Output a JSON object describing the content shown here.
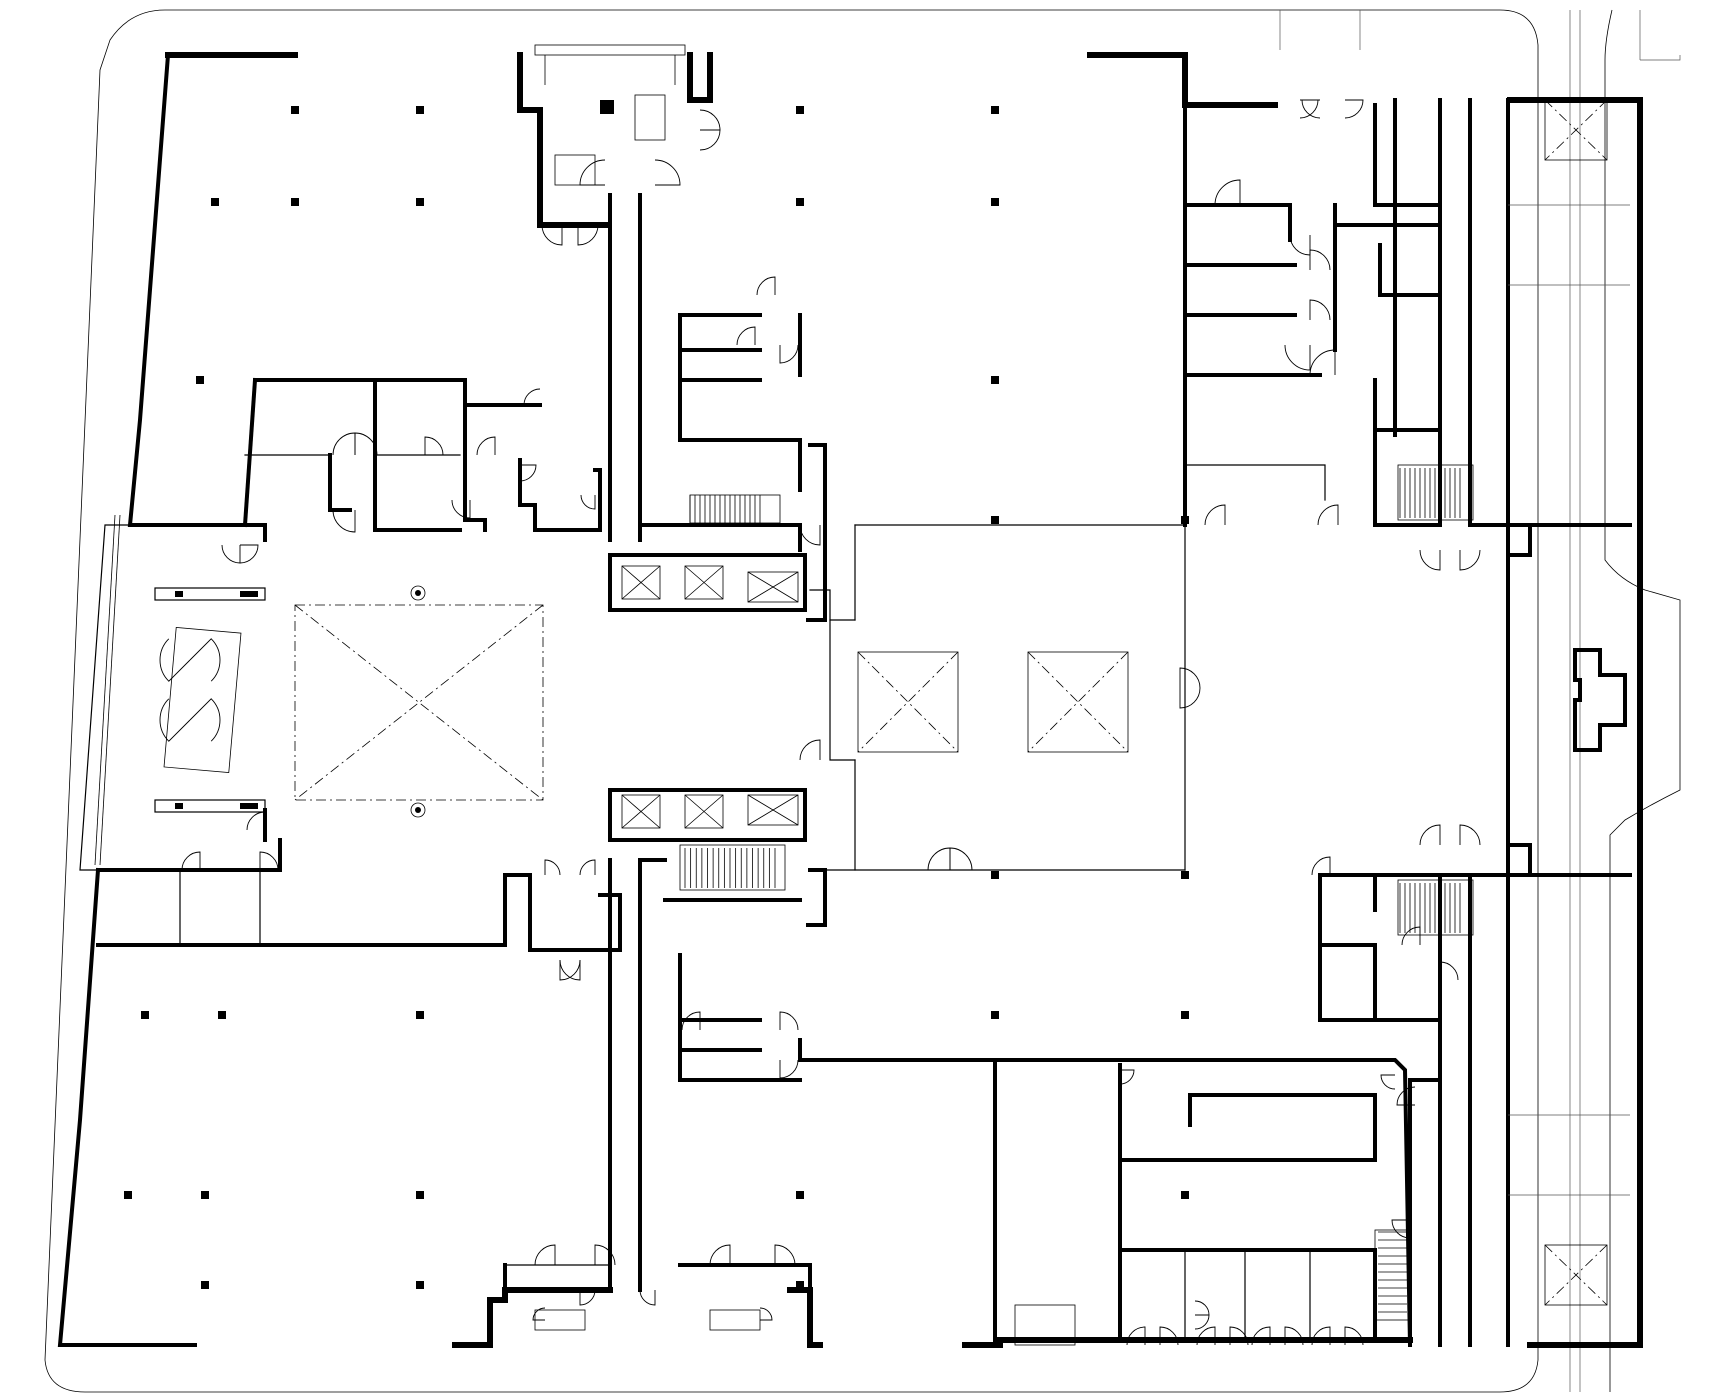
{
  "drawing": {
    "kind": "floor-plan",
    "labels": []
  },
  "colors": {
    "wall": "#000000",
    "background": "#ffffff",
    "thin_line": "#000000"
  },
  "elements": {
    "atrium_void": "atrium-void",
    "skylights": [
      "skylight-west",
      "skylight-east"
    ],
    "elevator_banks": [
      "elevator-bank-north",
      "elevator-bank-south"
    ],
    "stairs": [
      "stair-north",
      "stair-south",
      "stair-east-upper",
      "stair-east-lower",
      "stair-southeast"
    ]
  }
}
